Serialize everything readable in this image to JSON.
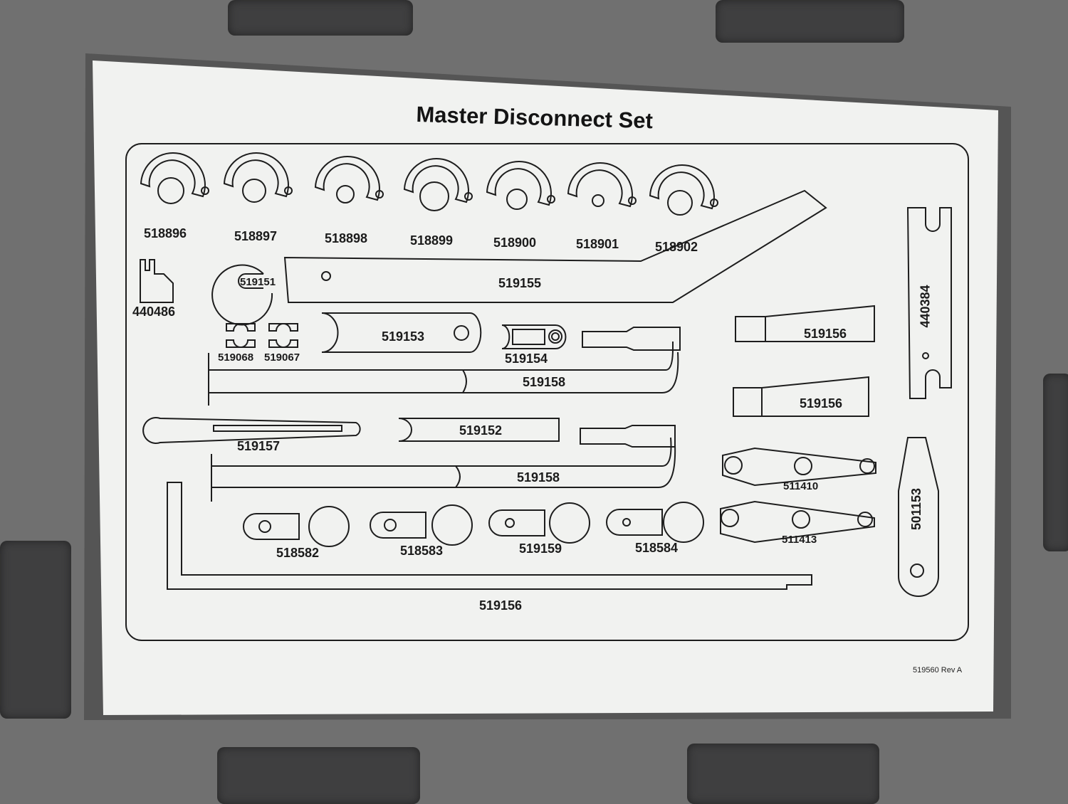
{
  "title": "Master Disconnect Set",
  "revision": "519560 Rev A",
  "parts": [
    {
      "label": "518896"
    },
    {
      "label": "518897"
    },
    {
      "label": "518898"
    },
    {
      "label": "518899"
    },
    {
      "label": "518900"
    },
    {
      "label": "518901"
    },
    {
      "label": "518902"
    },
    {
      "label": "440486"
    },
    {
      "label": "519151"
    },
    {
      "label": "519155"
    },
    {
      "label": "440384"
    },
    {
      "label": "519068"
    },
    {
      "label": "519067"
    },
    {
      "label": "519153"
    },
    {
      "label": "519154"
    },
    {
      "label": "519156"
    },
    {
      "label": "519158"
    },
    {
      "label": "519156"
    },
    {
      "label": "519157"
    },
    {
      "label": "519152"
    },
    {
      "label": "519158"
    },
    {
      "label": "511410"
    },
    {
      "label": "501153"
    },
    {
      "label": "518582"
    },
    {
      "label": "518583"
    },
    {
      "label": "519159"
    },
    {
      "label": "518584"
    },
    {
      "label": "511413"
    },
    {
      "label": "519156"
    }
  ]
}
